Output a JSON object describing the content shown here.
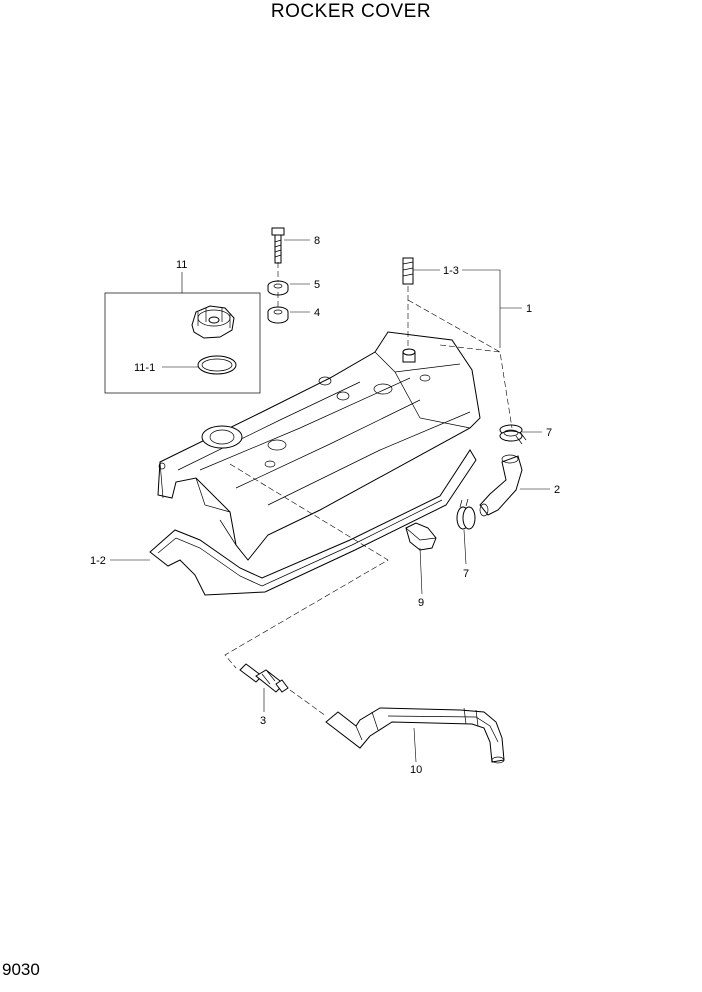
{
  "page": {
    "title": "ROCKER COVER",
    "page_number": "9030"
  },
  "callouts": {
    "c1": "1",
    "c1_2": "1-2",
    "c1_3": "1-3",
    "c2": "2",
    "c3": "3",
    "c4": "4",
    "c5": "5",
    "c7a": "7",
    "c7b": "7",
    "c8": "8",
    "c9": "9",
    "c10": "10",
    "c11": "11",
    "c11_1": "11-1"
  }
}
